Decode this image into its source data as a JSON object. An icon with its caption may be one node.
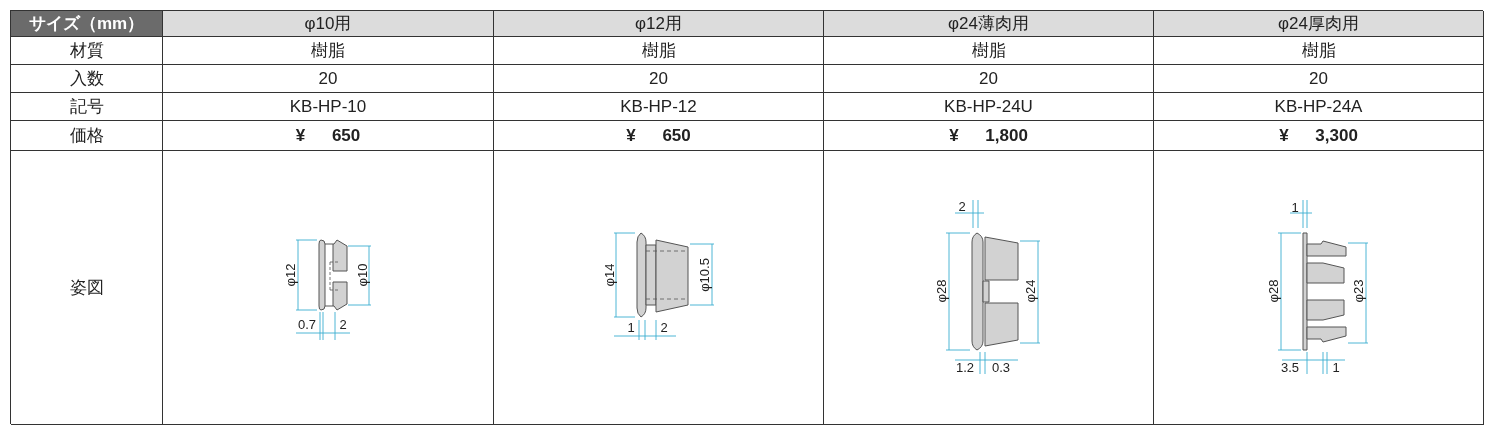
{
  "diagram": {
    "labels": [
      "サイズ（mm）",
      "φ10用",
      "φ12用",
      "φ24薄肉用",
      "φ24厚肉用",
      "材質",
      "樹脂",
      "樹脂",
      "樹脂",
      "樹脂",
      "入数",
      "20",
      "20",
      "20",
      "20",
      "記号",
      "KB-HP-10",
      "KB-HP-12",
      "KB-HP-24U",
      "KB-HP-24A",
      "価格",
      "¥ 650",
      "¥ 650",
      "¥ 1,800",
      "¥ 3,300",
      "姿図",
      "φ12",
      "φ10",
      "0.7",
      "2",
      "φ14",
      "φ10.5",
      "1",
      "2",
      "2",
      "φ28",
      "φ24",
      "1.2",
      "0.3",
      "1",
      "φ28",
      "φ23",
      "3.5",
      "1"
    ]
  }
}
